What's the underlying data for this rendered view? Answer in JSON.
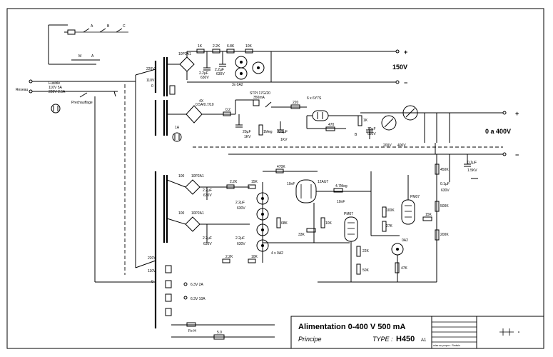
{
  "title_block": {
    "title": "Alimentation  0-400 V  500 mA",
    "subtitle": "Principe",
    "type_label": "TYPE :",
    "type_code": "H450",
    "sheet": "A1",
    "small_note": "mise au propre : Redwin"
  },
  "outputs": {
    "top_voltage": "150V",
    "right_voltage": "0 a 400V",
    "plus": "+",
    "minus": "−"
  },
  "mains": {
    "reseau": "Reseau",
    "fusible": "Fusible",
    "fuse_110": "110V  5A",
    "fuse_220": "220V  2.5A",
    "prechauffage": "Prechauffage",
    "v220": "220V",
    "v110": "110V",
    "zero": "0",
    "relay_a": "A",
    "relay_b": "B",
    "relay_c": "C",
    "sw_m": "M",
    "sw_a": "A"
  },
  "section_150": {
    "bridge": "10P2A1",
    "r1": "1K",
    "r2": "2.2K",
    "r3": "6.8K",
    "r4": "10K",
    "c1": "2.2µF",
    "c1v": "630V",
    "c2": "2.2µF",
    "c2v": "630V",
    "tubes": "3x 0A2"
  },
  "section_main": {
    "bridge": "4X",
    "bridge_spec": "0.5A/0.7/10",
    "r_series": "0.2",
    "cap": "20µF",
    "cap_v": "1KV",
    "r_bleed": "1Meg",
    "cap2": "0.1µF",
    "cap2_v": "1KV",
    "relay": "STPI 17G/20",
    "relay_i": "350mA",
    "r220": "220",
    "pass_tubes": "6 x 6Y7S",
    "r470": "470",
    "r1k": "1K",
    "c10": "10µF",
    "c10v": "630V",
    "lbl_b": "B",
    "r1a": "1A",
    "v200": "200V",
    "v400": "400V"
  },
  "section_ref": {
    "bridge1": "10P2A1",
    "bridge2": "10P2A1",
    "r100a": "100",
    "r100b": "100",
    "c22a": "2.2µF",
    "c22av": "630V",
    "c22b": "2.2µF",
    "c22bv": "630V",
    "r22k": "2.2K",
    "r22k2": "2.2K",
    "r15k": "15K",
    "r10k": "10K",
    "c_mid1": "2.2µF",
    "c_mid1v": "630V",
    "c_mid2": "2.2µF",
    "c_mid2v": "630V",
    "tubes": "4 x 0A2",
    "r68k": "68K",
    "r470k": "470K",
    "c10nf": "10nF",
    "dual": "12AU7",
    "r47meg": "4.7Meg",
    "c10nf2": "10nF",
    "r33k": "33K",
    "r10k2": "10K",
    "pen1": "PM07",
    "pen2": "PM07",
    "r22k3": "22K",
    "r50k": "50K",
    "r100k": "100K",
    "r27k": "27K",
    "r15k2": "15K",
    "oa2": "0A2",
    "r47k": "47K",
    "r450k": "450K",
    "c01": "0.1µF",
    "c01v": "630V",
    "r500k": "500K",
    "r200k": "200K",
    "cout": "0.1µF",
    "coutv": "1.5KV"
  },
  "heaters": {
    "h1": "6.3V 2A",
    "h2": "6.3V 10A",
    "fe": "Fe H",
    "r5": "5.0"
  }
}
